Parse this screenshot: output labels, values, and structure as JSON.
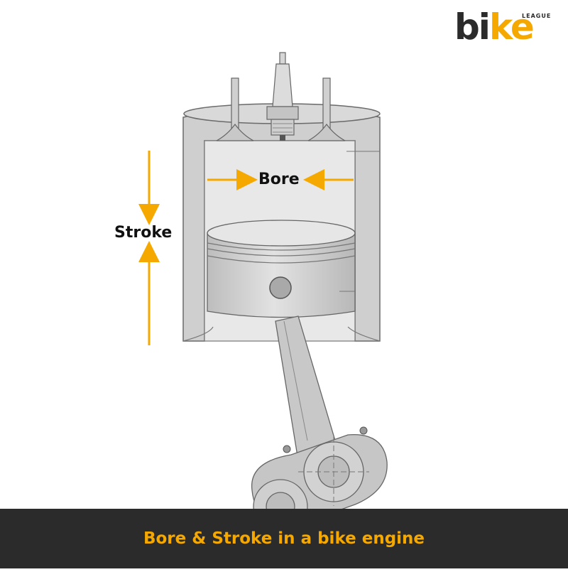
{
  "logo": {
    "word_dark": "bi",
    "word_accent": "ke",
    "tag": "LEAGUE"
  },
  "labels": {
    "bore": "Bore",
    "stroke": "Stroke"
  },
  "caption": "Bore & Stroke in a bike engine",
  "colors": {
    "accent": "#f5a800",
    "dark": "#2b2b2b",
    "metal": "#d4d4d4"
  }
}
